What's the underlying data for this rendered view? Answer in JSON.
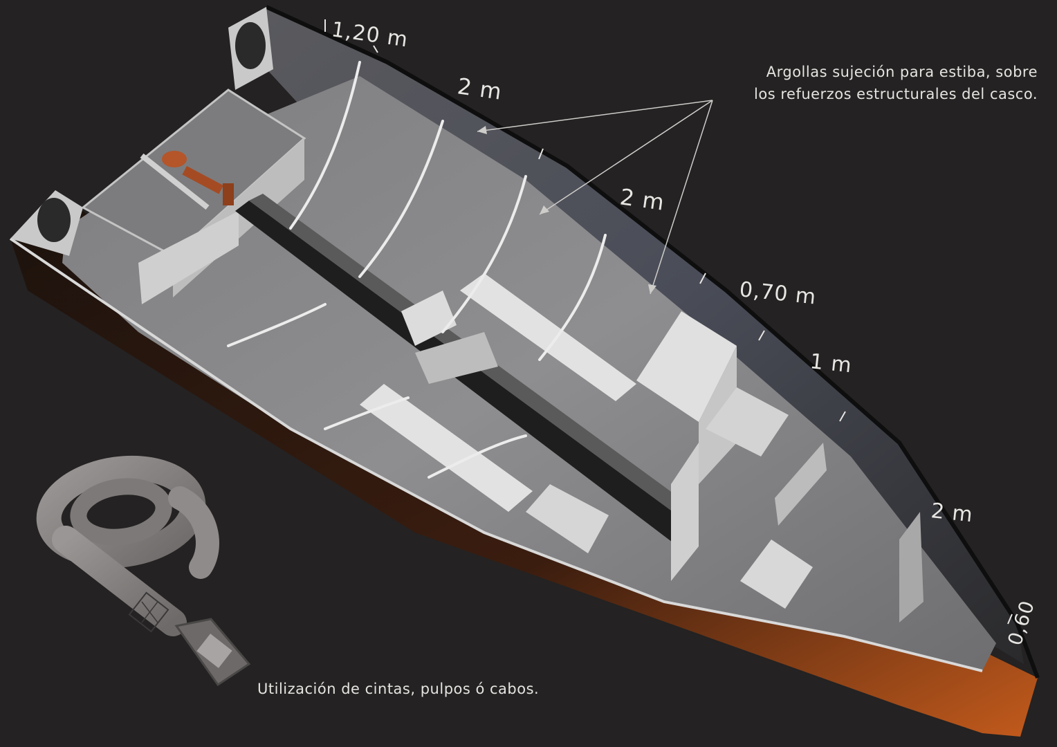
{
  "annotations": {
    "stowage_rings_line1": "Argollas sujeción para estiba, sobre",
    "stowage_rings_line2": "los refuerzos estructurales del casco.",
    "straps_note": "Utilización de cintas, pulpos ó cabos."
  },
  "dimensions": {
    "d1": "1,20 m",
    "d2": "2 m",
    "d3": "2 m",
    "d4": "0,70 m",
    "d5": "1 m",
    "d6": "2 m",
    "d7": "0,60"
  },
  "colors": {
    "background": "#242222",
    "hull_exterior": "#3a1e10",
    "hull_accent": "#c8621e",
    "floor": "#8c8c8e",
    "bulkhead": "#cfcfcf",
    "strap": "#8a8685",
    "winch": "#b4552a"
  }
}
